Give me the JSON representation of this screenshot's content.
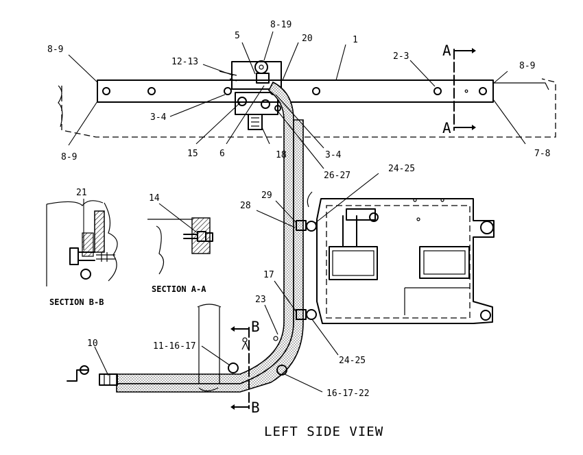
{
  "title": "LEFT SIDE VIEW",
  "sections": {
    "a": "SECTION A-A",
    "b": "SECTION B-B"
  },
  "section_markers": {
    "a_top": "A",
    "a_bottom": "A",
    "b_top": "B",
    "b_bottom": "B"
  },
  "callouts": {
    "c1": "1",
    "c5": "5",
    "c8_19": "8-19",
    "c20": "20",
    "c2_3": "2-3",
    "c8_9_tl": "8-9",
    "c8_9_tr": "8-9",
    "c12_13": "12-13",
    "c3_4_l": "3-4",
    "c8_9_bl": "8-9",
    "c15": "15",
    "c6": "6",
    "c18": "18",
    "c3_4_r": "3-4",
    "c26_27": "26-27",
    "c7_8": "7-8",
    "c24_25_top": "24-25",
    "c29": "29",
    "c28": "28",
    "c21": "21",
    "c14": "14",
    "c17": "17",
    "c23": "23",
    "c24_25_bot": "24-25",
    "c10": "10",
    "c11_16_17": "11-16-17",
    "c16_17_22": "16-17-22"
  }
}
